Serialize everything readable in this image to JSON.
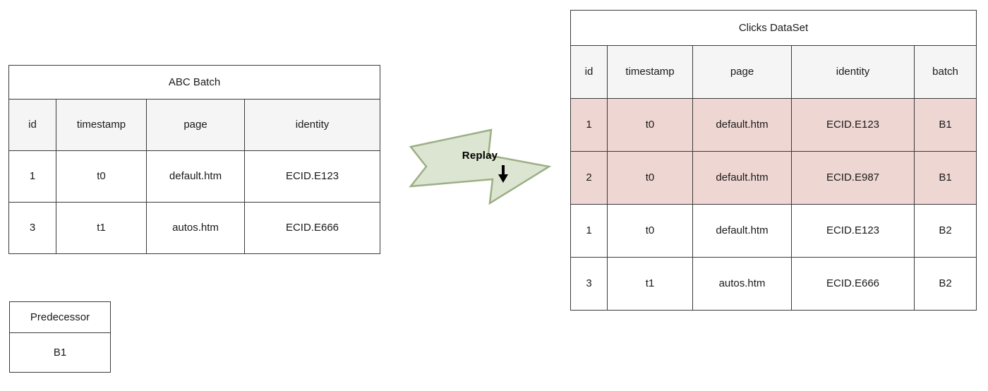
{
  "diagram": {
    "accent_fill": "#dbe5d1",
    "accent_stroke": "#9dae84",
    "highlight_row_color": "#eed6d3",
    "header_bg": "#f5f5f5",
    "border_color": "#3a3a3a"
  },
  "abc_batch_table": {
    "title": "ABC Batch",
    "columns": [
      "id",
      "timestamp",
      "page",
      "identity"
    ],
    "rows": [
      {
        "id": "1",
        "timestamp": "t0",
        "page": "default.htm",
        "identity": "ECID.E123",
        "highlighted": false
      },
      {
        "id": "3",
        "timestamp": "t1",
        "page": "autos.htm",
        "identity": "ECID.E666",
        "highlighted": false
      }
    ]
  },
  "clicks_dataset_table": {
    "title": "Clicks DataSet",
    "columns": [
      "id",
      "timestamp",
      "page",
      "identity",
      "batch"
    ],
    "rows": [
      {
        "id": "1",
        "timestamp": "t0",
        "page": "default.htm",
        "identity": "ECID.E123",
        "batch": "B1",
        "highlighted": true
      },
      {
        "id": "2",
        "timestamp": "t0",
        "page": "default.htm",
        "identity": "ECID.E987",
        "batch": "B1",
        "highlighted": true
      },
      {
        "id": "1",
        "timestamp": "t0",
        "page": "default.htm",
        "identity": "ECID.E123",
        "batch": "B2",
        "highlighted": false
      },
      {
        "id": "3",
        "timestamp": "t1",
        "page": "autos.htm",
        "identity": "ECID.E666",
        "batch": "B2",
        "highlighted": false
      }
    ]
  },
  "predecessor_table": {
    "title": "Predecessor",
    "value": "B1"
  },
  "replay_arrow": {
    "label": "Replay",
    "icon": "arrow-right-shape",
    "cursor_icon": "arrow-down-cursor-icon"
  }
}
